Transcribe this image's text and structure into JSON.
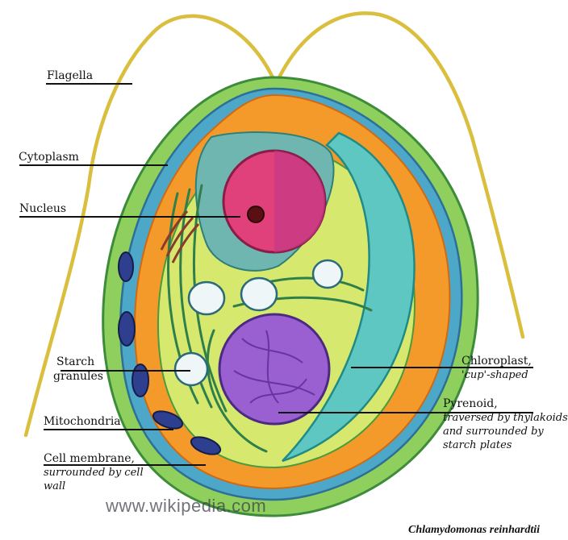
{
  "labels": {
    "flagella": "Flagella",
    "cytoplasm": "Cytoplasm",
    "nucleus": "Nucleus",
    "starch_line1": "Starch",
    "starch_line2": "granules",
    "mitochondria": "Mitochondria",
    "cell_membrane": "Cell membrane,",
    "cell_membrane_sub1": "surrounded by cell",
    "cell_membrane_sub2": "wall",
    "chloroplast": "Chloroplast,",
    "chloroplast_sub": "'cup'-shaped",
    "pyrenoid": "Pyrenoid,",
    "pyrenoid_sub1": "traversed by thylakoids",
    "pyrenoid_sub2": "and surrounded by",
    "pyrenoid_sub3": "starch plates"
  },
  "watermark": "www.wikipedia.com",
  "species": "Chlamydomonas reinhardtii",
  "colors": {
    "cell_wall": "#7fbf4d",
    "cytoplasm": "#f39a2b",
    "chloroplast": "#5fc7c2",
    "nucleus": "#e0417a",
    "pyrenoid": "#9a5fd0",
    "flagella": "#d9bf3d",
    "mitochondria": "#2f3f8f"
  }
}
